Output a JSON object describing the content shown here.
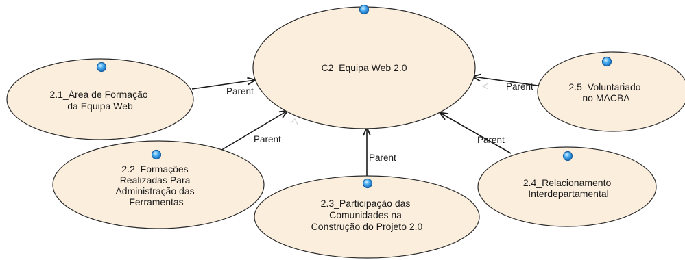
{
  "diagram": {
    "colors": {
      "node_fill": "#fbeedd",
      "node_stroke": "#2b2b2b",
      "edge": "#1a1a1a",
      "dot_fill": "#39a0e6",
      "dot_stroke": "#1c5f9e"
    },
    "nodes": {
      "root": {
        "label": [
          "C2_Equipa Web 2.0"
        ]
      },
      "n21": {
        "label": [
          "2.1_Área de Formação",
          "da Equipa Web"
        ]
      },
      "n22": {
        "label": [
          "2.2_Formações",
          "Realizadas Para",
          "Administração das",
          "Ferramentas"
        ]
      },
      "n23": {
        "label": [
          "2.3_Participação das",
          "Comunidades na",
          "Construção do Projeto 2.0"
        ]
      },
      "n24": {
        "label": [
          "2.4_Relacionamento",
          "Interdepartamental"
        ]
      },
      "n25": {
        "label": [
          "2.5_Voluntariado",
          "no MACBA"
        ]
      }
    },
    "edges": {
      "e21": {
        "label": "Parent"
      },
      "e22": {
        "label": "Parent"
      },
      "e23": {
        "label": "Parent"
      },
      "e24": {
        "label": "Parent"
      },
      "e25": {
        "label": "Parent"
      }
    }
  }
}
